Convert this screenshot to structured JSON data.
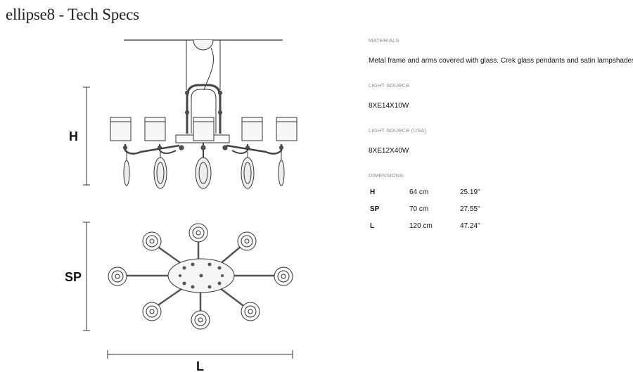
{
  "page": {
    "title": "ellipse8 - Tech Specs"
  },
  "drawing": {
    "front_view_label": "H",
    "top_view_label": "SP",
    "width_label": "L"
  },
  "specs": {
    "materials": {
      "label": "MATERIALS",
      "value": "Metal frame and arms covered with glass. Crek glass pendants and satin lampshades."
    },
    "light_source": {
      "label": "LIGHT SOURCE",
      "value": "8XE14X10W"
    },
    "light_source_usa": {
      "label": "LIGHT SOURCE (USA)",
      "value": "8XE12X40W"
    },
    "dimensions": {
      "label": "DIMENSIONS",
      "rows": [
        {
          "key": "H",
          "cm": "64 cm",
          "inch": "25.19''"
        },
        {
          "key": "SP",
          "cm": "70 cm",
          "inch": "27.55''"
        },
        {
          "key": "L",
          "cm": "120 cm",
          "inch": "47.24''"
        }
      ]
    }
  }
}
